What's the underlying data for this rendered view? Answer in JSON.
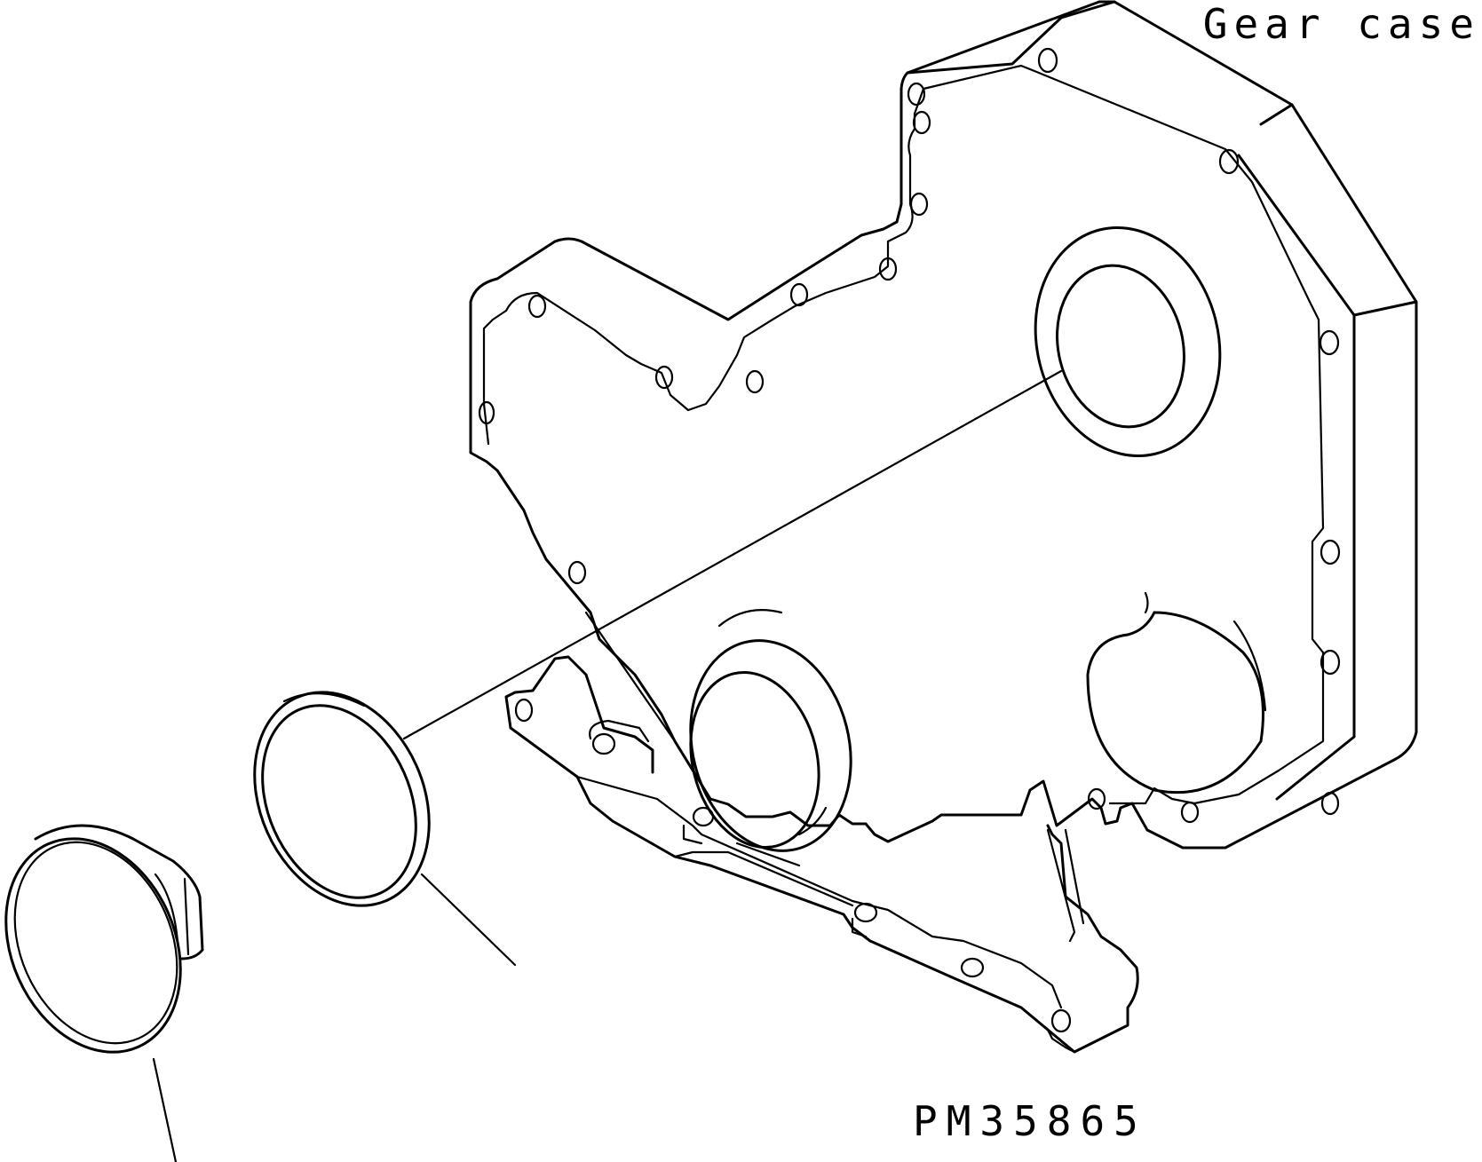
{
  "title": "Gear case",
  "part_number": "PM35865",
  "colors": {
    "line": "#000000",
    "background": "#ffffff"
  },
  "parts": [
    {
      "name": "gear-case-cover"
    },
    {
      "name": "seal-ring"
    },
    {
      "name": "cap"
    }
  ]
}
